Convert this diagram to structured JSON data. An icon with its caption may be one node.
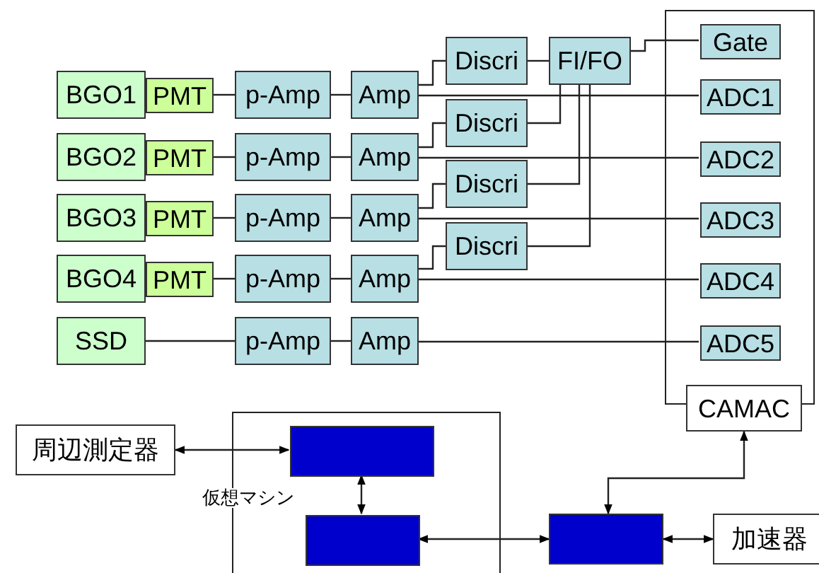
{
  "diagram": {
    "nodes": [
      {
        "text": [],
        "shape": "box"
      },
      {
        "text": [
          "Gate"
        ],
        "in": 0
      },
      {
        "text": [
          "Discri"
        ]
      },
      {
        "text": [
          "FI/FO"
        ]
      },
      {
        "text": [
          "BGO1"
        ]
      },
      {
        "text": [
          "PMT"
        ]
      },
      {
        "text": [
          "p-Amp"
        ]
      },
      {
        "text": [
          "Amp"
        ]
      },
      {
        "text": [
          "ADC1"
        ],
        "in": 0
      },
      {
        "text": [
          "Discri"
        ]
      },
      {
        "text": [
          "BGO2"
        ]
      },
      {
        "text": [
          "PMT"
        ]
      },
      {
        "text": [
          "p-Amp"
        ]
      },
      {
        "text": [
          "Amp"
        ]
      },
      {
        "text": [
          "ADC2"
        ],
        "in": 0
      },
      {
        "text": [
          "Discri"
        ]
      },
      {
        "text": [
          "BGO3"
        ]
      },
      {
        "text": [
          "PMT"
        ]
      },
      {
        "text": [
          "p-Amp"
        ]
      },
      {
        "text": [
          "Amp"
        ]
      },
      {
        "text": [
          "ADC3"
        ],
        "in": 0
      },
      {
        "text": [
          "Discri"
        ]
      },
      {
        "text": [
          "BGO4"
        ]
      },
      {
        "text": [
          "PMT"
        ]
      },
      {
        "text": [
          "p-Amp"
        ]
      },
      {
        "text": [
          "Amp"
        ]
      },
      {
        "text": [
          "ADC4"
        ],
        "in": 0
      },
      {
        "text": [
          "SSD"
        ]
      },
      {
        "text": [
          "p-Amp"
        ]
      },
      {
        "text": [
          "Amp"
        ]
      },
      {
        "text": [
          "ADC5"
        ],
        "in": 0
      },
      {
        "text": [
          "CAMAC"
        ]
      },
      {
        "text": [
          "仮想マシン"
        ]
      },
      {
        "text": [
          "周辺測定器"
        ]
      },
      {
        "text": [],
        "shape": "box",
        "in": 32
      },
      {
        "text": [],
        "shape": "box",
        "in": 32
      },
      {
        "text": [],
        "shape": "box"
      },
      {
        "text": [
          "加速器"
        ]
      }
    ],
    "edges": [
      {
        "from": 5,
        "to": 6,
        "arrow": "none"
      },
      {
        "from": 6,
        "to": 7,
        "arrow": "none"
      },
      {
        "from": 7,
        "to": 2,
        "arrow": "none"
      },
      {
        "from": 7,
        "to": 8,
        "arrow": "none"
      },
      {
        "from": 2,
        "to": 3,
        "arrow": "none"
      },
      {
        "from": 3,
        "to": 1,
        "arrow": "none"
      },
      {
        "from": 9,
        "to": 3,
        "arrow": "none"
      },
      {
        "from": 11,
        "to": 12,
        "arrow": "none"
      },
      {
        "from": 12,
        "to": 13,
        "arrow": "none"
      },
      {
        "from": 13,
        "to": 9,
        "arrow": "none"
      },
      {
        "from": 13,
        "to": 14,
        "arrow": "none"
      },
      {
        "from": 15,
        "to": 3,
        "arrow": "none"
      },
      {
        "from": 17,
        "to": 18,
        "arrow": "none"
      },
      {
        "from": 18,
        "to": 19,
        "arrow": "none"
      },
      {
        "from": 19,
        "to": 15,
        "arrow": "none"
      },
      {
        "from": 19,
        "to": 20,
        "arrow": "none"
      },
      {
        "from": 21,
        "to": 3,
        "arrow": "none"
      },
      {
        "from": 23,
        "to": 24,
        "arrow": "none"
      },
      {
        "from": 24,
        "to": 25,
        "arrow": "none"
      },
      {
        "from": 25,
        "to": 21,
        "arrow": "none"
      },
      {
        "from": 25,
        "to": 26,
        "arrow": "none"
      },
      {
        "from": 27,
        "to": 28,
        "arrow": "none"
      },
      {
        "from": 28,
        "to": 29,
        "arrow": "none"
      },
      {
        "from": 29,
        "to": 30,
        "arrow": "none"
      },
      {
        "from": 33,
        "to": 34,
        "arrow": "both"
      },
      {
        "from": 34,
        "to": 35,
        "arrow": "both"
      },
      {
        "from": 35,
        "to": 36,
        "arrow": "both"
      },
      {
        "from": 36,
        "to": 31,
        "arrow": "both"
      },
      {
        "from": 36,
        "to": 37,
        "arrow": "both"
      }
    ]
  }
}
